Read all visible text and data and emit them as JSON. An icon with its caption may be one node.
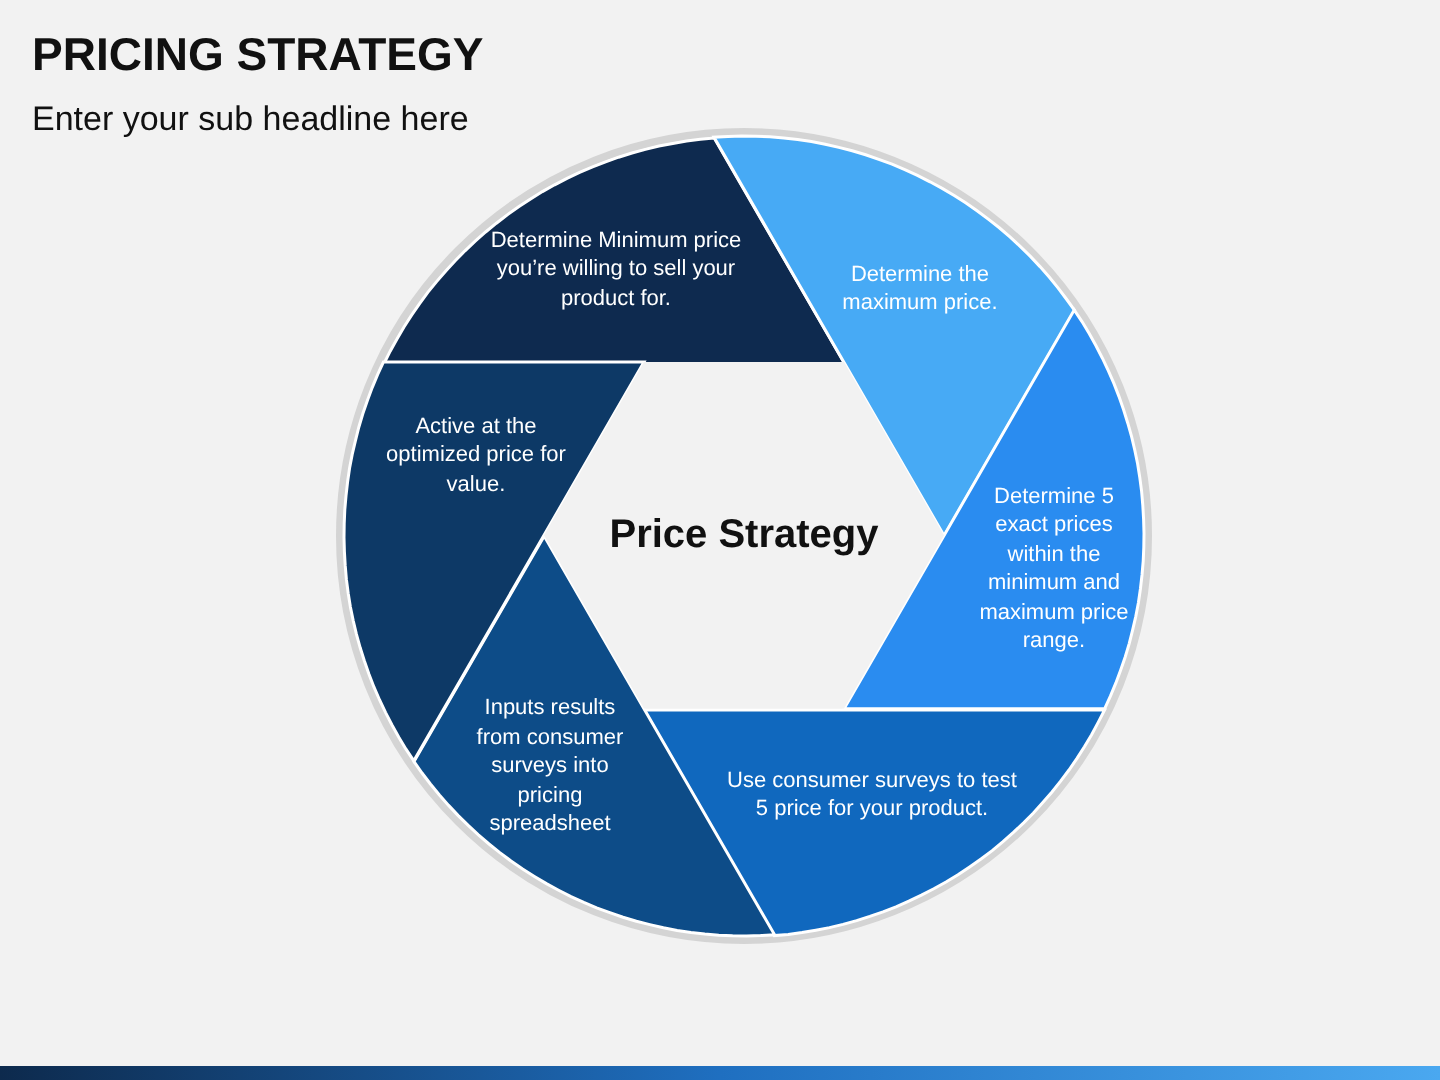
{
  "diagram": {
    "title": "PRICING STRATEGY",
    "nodes": [
      {
        "text": [
          "Determine Minimum price you’re willing to sell your product for."
        ]
      },
      {
        "text": [
          "Determine the maximum price."
        ]
      },
      {
        "text": [
          "Determine 5 exact prices within the minimum and maximum price range."
        ]
      },
      {
        "text": [
          "Use consumer surveys to test 5 price for your product."
        ]
      },
      {
        "text": [
          "Inputs results from consumer surveys into pricing spreadsheet"
        ]
      },
      {
        "text": [
          "Active at the optimized price for value."
        ]
      },
      {
        "text": [
          "Price Strategy"
        ]
      }
    ],
    "labels": [
      "Enter your sub headline here"
    ]
  }
}
